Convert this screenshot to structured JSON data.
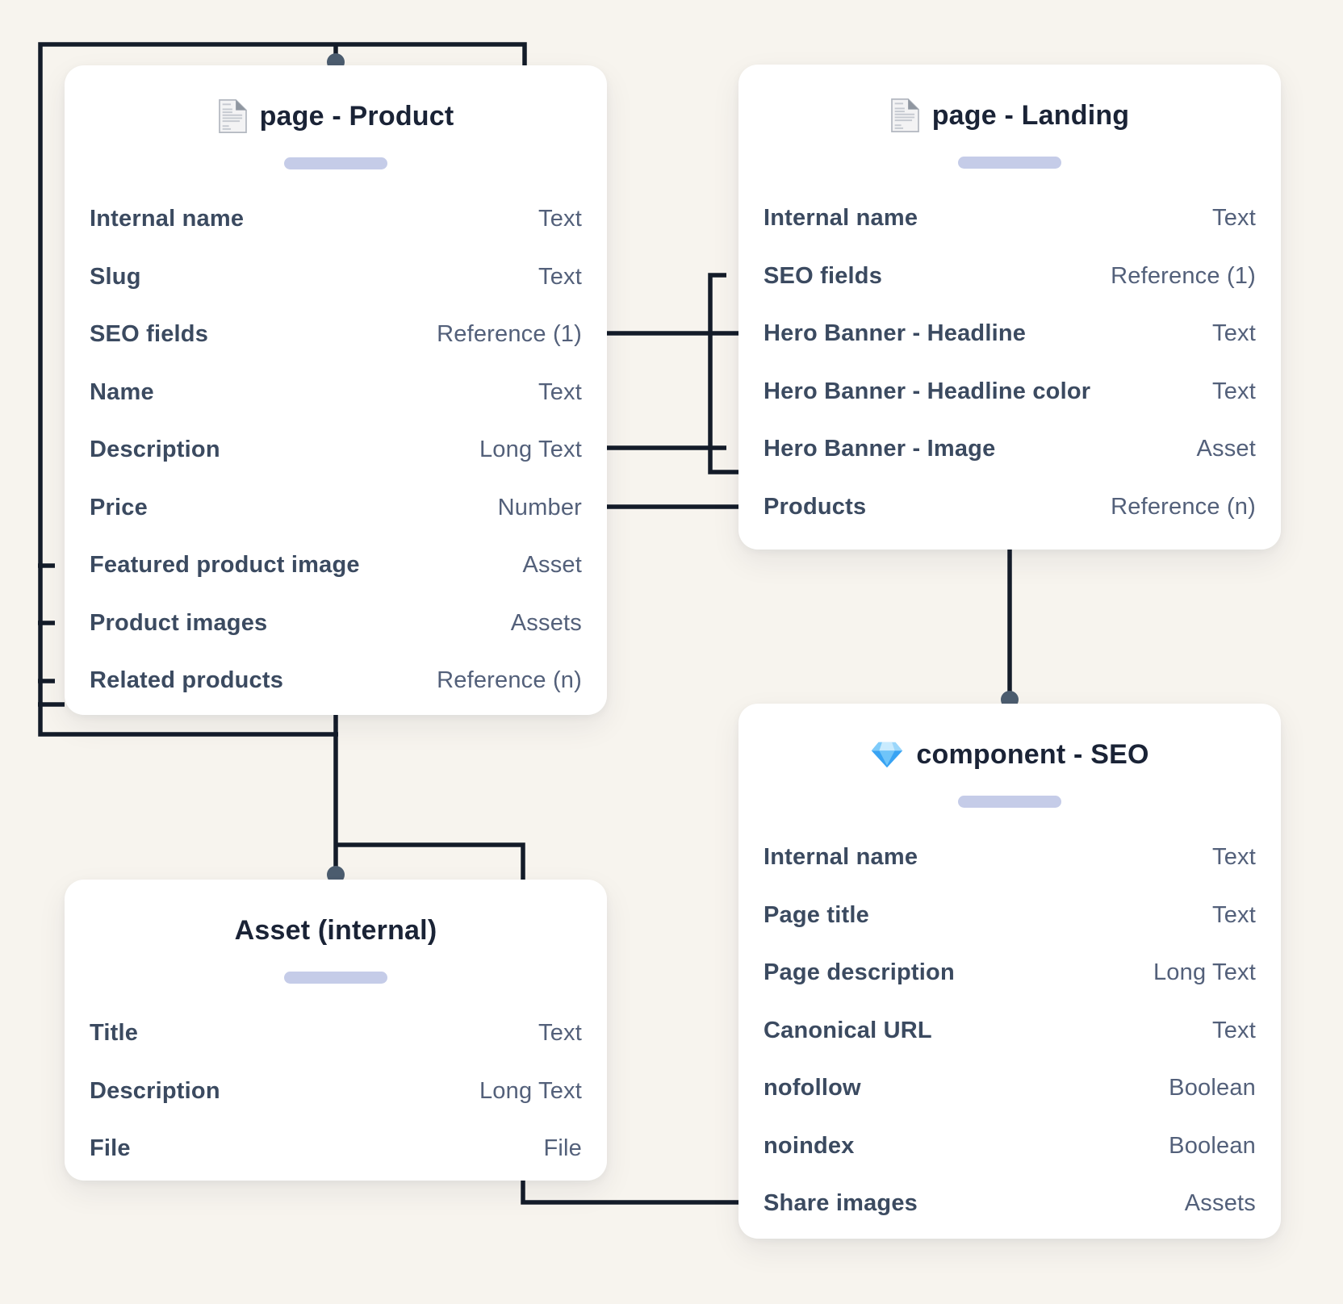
{
  "diagram": {
    "kind": "content-model-diagram",
    "background": "#f7f4ee"
  },
  "colors": {
    "bg": "#f7f4ee",
    "card": "#ffffff",
    "line": "#141c29",
    "dot": "#4c5d6f",
    "pill": "#c5cce8",
    "title": "#1a2336",
    "field": "#3b4a60",
    "type": "#53607a"
  },
  "cards": [
    {
      "id": "product",
      "title": "page - Product",
      "icon": "page-icon",
      "fields": [
        {
          "name": "Internal name",
          "type": "Text"
        },
        {
          "name": "Slug",
          "type": "Text"
        },
        {
          "name": "SEO fields",
          "type": "Reference (1)"
        },
        {
          "name": "Name",
          "type": "Text"
        },
        {
          "name": "Description",
          "type": "Long Text"
        },
        {
          "name": "Price",
          "type": "Number"
        },
        {
          "name": "Featured product image",
          "type": "Asset"
        },
        {
          "name": "Product images",
          "type": "Assets"
        },
        {
          "name": "Related products",
          "type": "Reference (n)"
        }
      ]
    },
    {
      "id": "landing",
      "title": "page - Landing",
      "icon": "page-icon",
      "fields": [
        {
          "name": "Internal name",
          "type": "Text"
        },
        {
          "name": "SEO fields",
          "type": "Reference (1)"
        },
        {
          "name": "Hero Banner - Headline",
          "type": "Text"
        },
        {
          "name": "Hero Banner - Headline color",
          "type": "Text"
        },
        {
          "name": "Hero Banner - Image",
          "type": "Asset"
        },
        {
          "name": "Products",
          "type": "Reference (n)"
        }
      ]
    },
    {
      "id": "seo",
      "title": "component - SEO",
      "icon": "diamond-icon",
      "fields": [
        {
          "name": "Internal name",
          "type": "Text"
        },
        {
          "name": "Page title",
          "type": "Text"
        },
        {
          "name": "Page description",
          "type": "Long Text"
        },
        {
          "name": "Canonical URL",
          "type": "Text"
        },
        {
          "name": "nofollow",
          "type": "Boolean"
        },
        {
          "name": "noindex",
          "type": "Boolean"
        },
        {
          "name": "Share images",
          "type": "Assets"
        }
      ]
    },
    {
      "id": "asset",
      "title": "Asset (internal)",
      "icon": null,
      "fields": [
        {
          "name": "Title",
          "type": "Text"
        },
        {
          "name": "Description",
          "type": "Long Text"
        },
        {
          "name": "File",
          "type": "File"
        }
      ]
    }
  ]
}
